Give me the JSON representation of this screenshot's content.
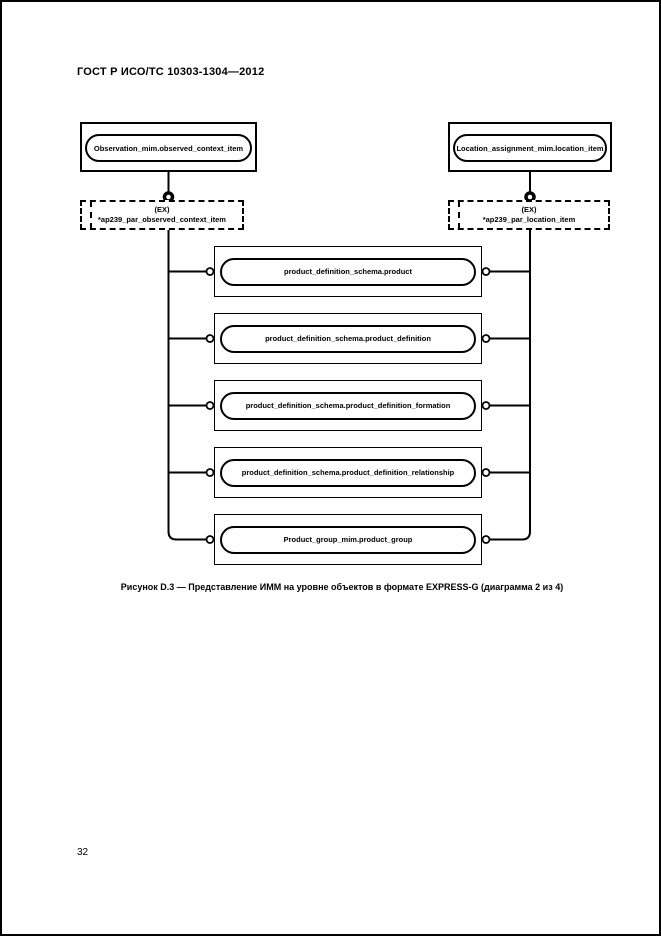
{
  "page": {
    "header": "ГОСТ Р ИСО/ТС 10303-1304—2012",
    "caption": "Рисунок  D.3 — Представление ИММ на уровне объектов в формате EXPRESS-G (диаграмма 2 из 4)",
    "page_number": "32",
    "ink_color": "#000000",
    "paper_color": "#ffffff"
  },
  "diagram": {
    "type": "express-g-entity-level",
    "source_nodes": [
      {
        "label": "Observation_mim.observed_context_item",
        "ref_tag": "(EX)",
        "ref_name": "*ap239_par_observed_context_item"
      },
      {
        "label": "Location_assignment_mim.location_item",
        "ref_tag": "(EX)",
        "ref_name": "*ap239_par_location_item"
      }
    ],
    "entities": [
      "product_definition_schema.product",
      "product_definition_schema.product_definition",
      "product_definition_schema.product_definition_formation",
      "product_definition_schema.product_definition_relationship",
      "Product_group_mim.product_group"
    ]
  }
}
